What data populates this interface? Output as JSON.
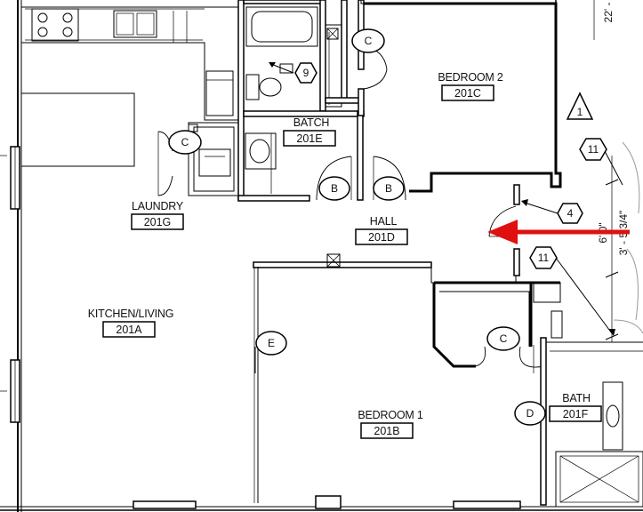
{
  "rooms": {
    "bedroom2": {
      "name": "BEDROOM 2",
      "number": "201C"
    },
    "batch": {
      "name": "BATCH",
      "number": "201E"
    },
    "laundry": {
      "name": "LAUNDRY",
      "number": "201G"
    },
    "hall": {
      "name": "HALL",
      "number": "201D"
    },
    "kitchen": {
      "name": "KITCHEN/LIVING",
      "number": "201A"
    },
    "bedroom1": {
      "name": "BEDROOM 1",
      "number": "201B"
    },
    "bath": {
      "name": "BATH",
      "number": "201F"
    }
  },
  "tags": {
    "closet_bedroom2": "C",
    "closet_laundry": "C",
    "closet_bedroom1": "C",
    "door_b_left": "B",
    "door_b_right": "B",
    "door_e": "E",
    "door_d": "D",
    "keynote_9": "9",
    "keynote_4": "4",
    "keynote_11_top": "11",
    "keynote_11_mid": "11",
    "revision": "1"
  },
  "dimensions": {
    "top": "22' -",
    "dim1": "6' 0\"",
    "dim2": "3' - 5 3/4\""
  },
  "colors": {
    "ink": "#000000",
    "arrow": "#e01010",
    "background": "#ffffff"
  }
}
